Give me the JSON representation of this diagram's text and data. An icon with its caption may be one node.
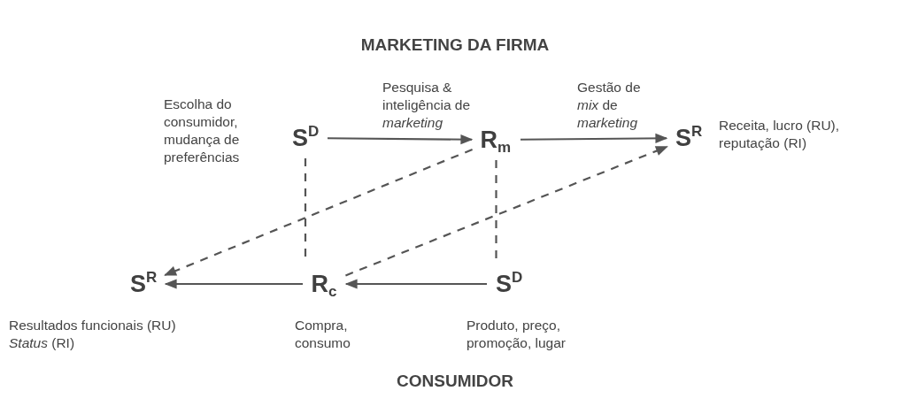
{
  "diagram": {
    "title": "MARKETING DA FIRMA",
    "nodes": [
      {
        "text": [
          "S$^{D}$"
        ],
        "beside": [
          "Escolha do consumidor, mudança de preferências"
        ]
      },
      {
        "text": [
          "R$_{m}$"
        ]
      },
      {
        "text": [
          "S$^{R}$"
        ],
        "beside": [
          "Receita, lucro (RU), reputação (RI)"
        ]
      },
      {
        "text": [
          "S$^{R}$"
        ],
        "beside": [
          "Resultados funcionais (RU)",
          "*Status* (RI)"
        ]
      },
      {
        "text": [
          "R$_{c}$"
        ],
        "beside": [
          "Compra, consumo"
        ]
      },
      {
        "text": [
          "S$^{D}$"
        ],
        "beside": [
          "Produto, preço, promoção, lugar"
        ]
      }
    ],
    "edges": [
      {
        "from": 0,
        "to": 1,
        "arrow": "to",
        "label": "Pesquisa & inteligência de *marketing*"
      },
      {
        "from": 1,
        "to": 2,
        "arrow": "to",
        "label": "Gestão de *mix* de *marketing*"
      },
      {
        "from": 5,
        "to": 4,
        "arrow": "to"
      },
      {
        "from": 4,
        "to": 3,
        "arrow": "to"
      },
      {
        "from": 0,
        "to": 4,
        "arrow": "none",
        "style": "dashed"
      },
      {
        "from": 1,
        "to": 5,
        "arrow": "none",
        "style": "dashed"
      },
      {
        "from": 1,
        "to": 3,
        "arrow": "to",
        "style": "dashed"
      },
      {
        "from": 4,
        "to": 2,
        "arrow": "to",
        "style": "dashed"
      }
    ],
    "labels": [
      "CONSUMIDOR"
    ]
  }
}
